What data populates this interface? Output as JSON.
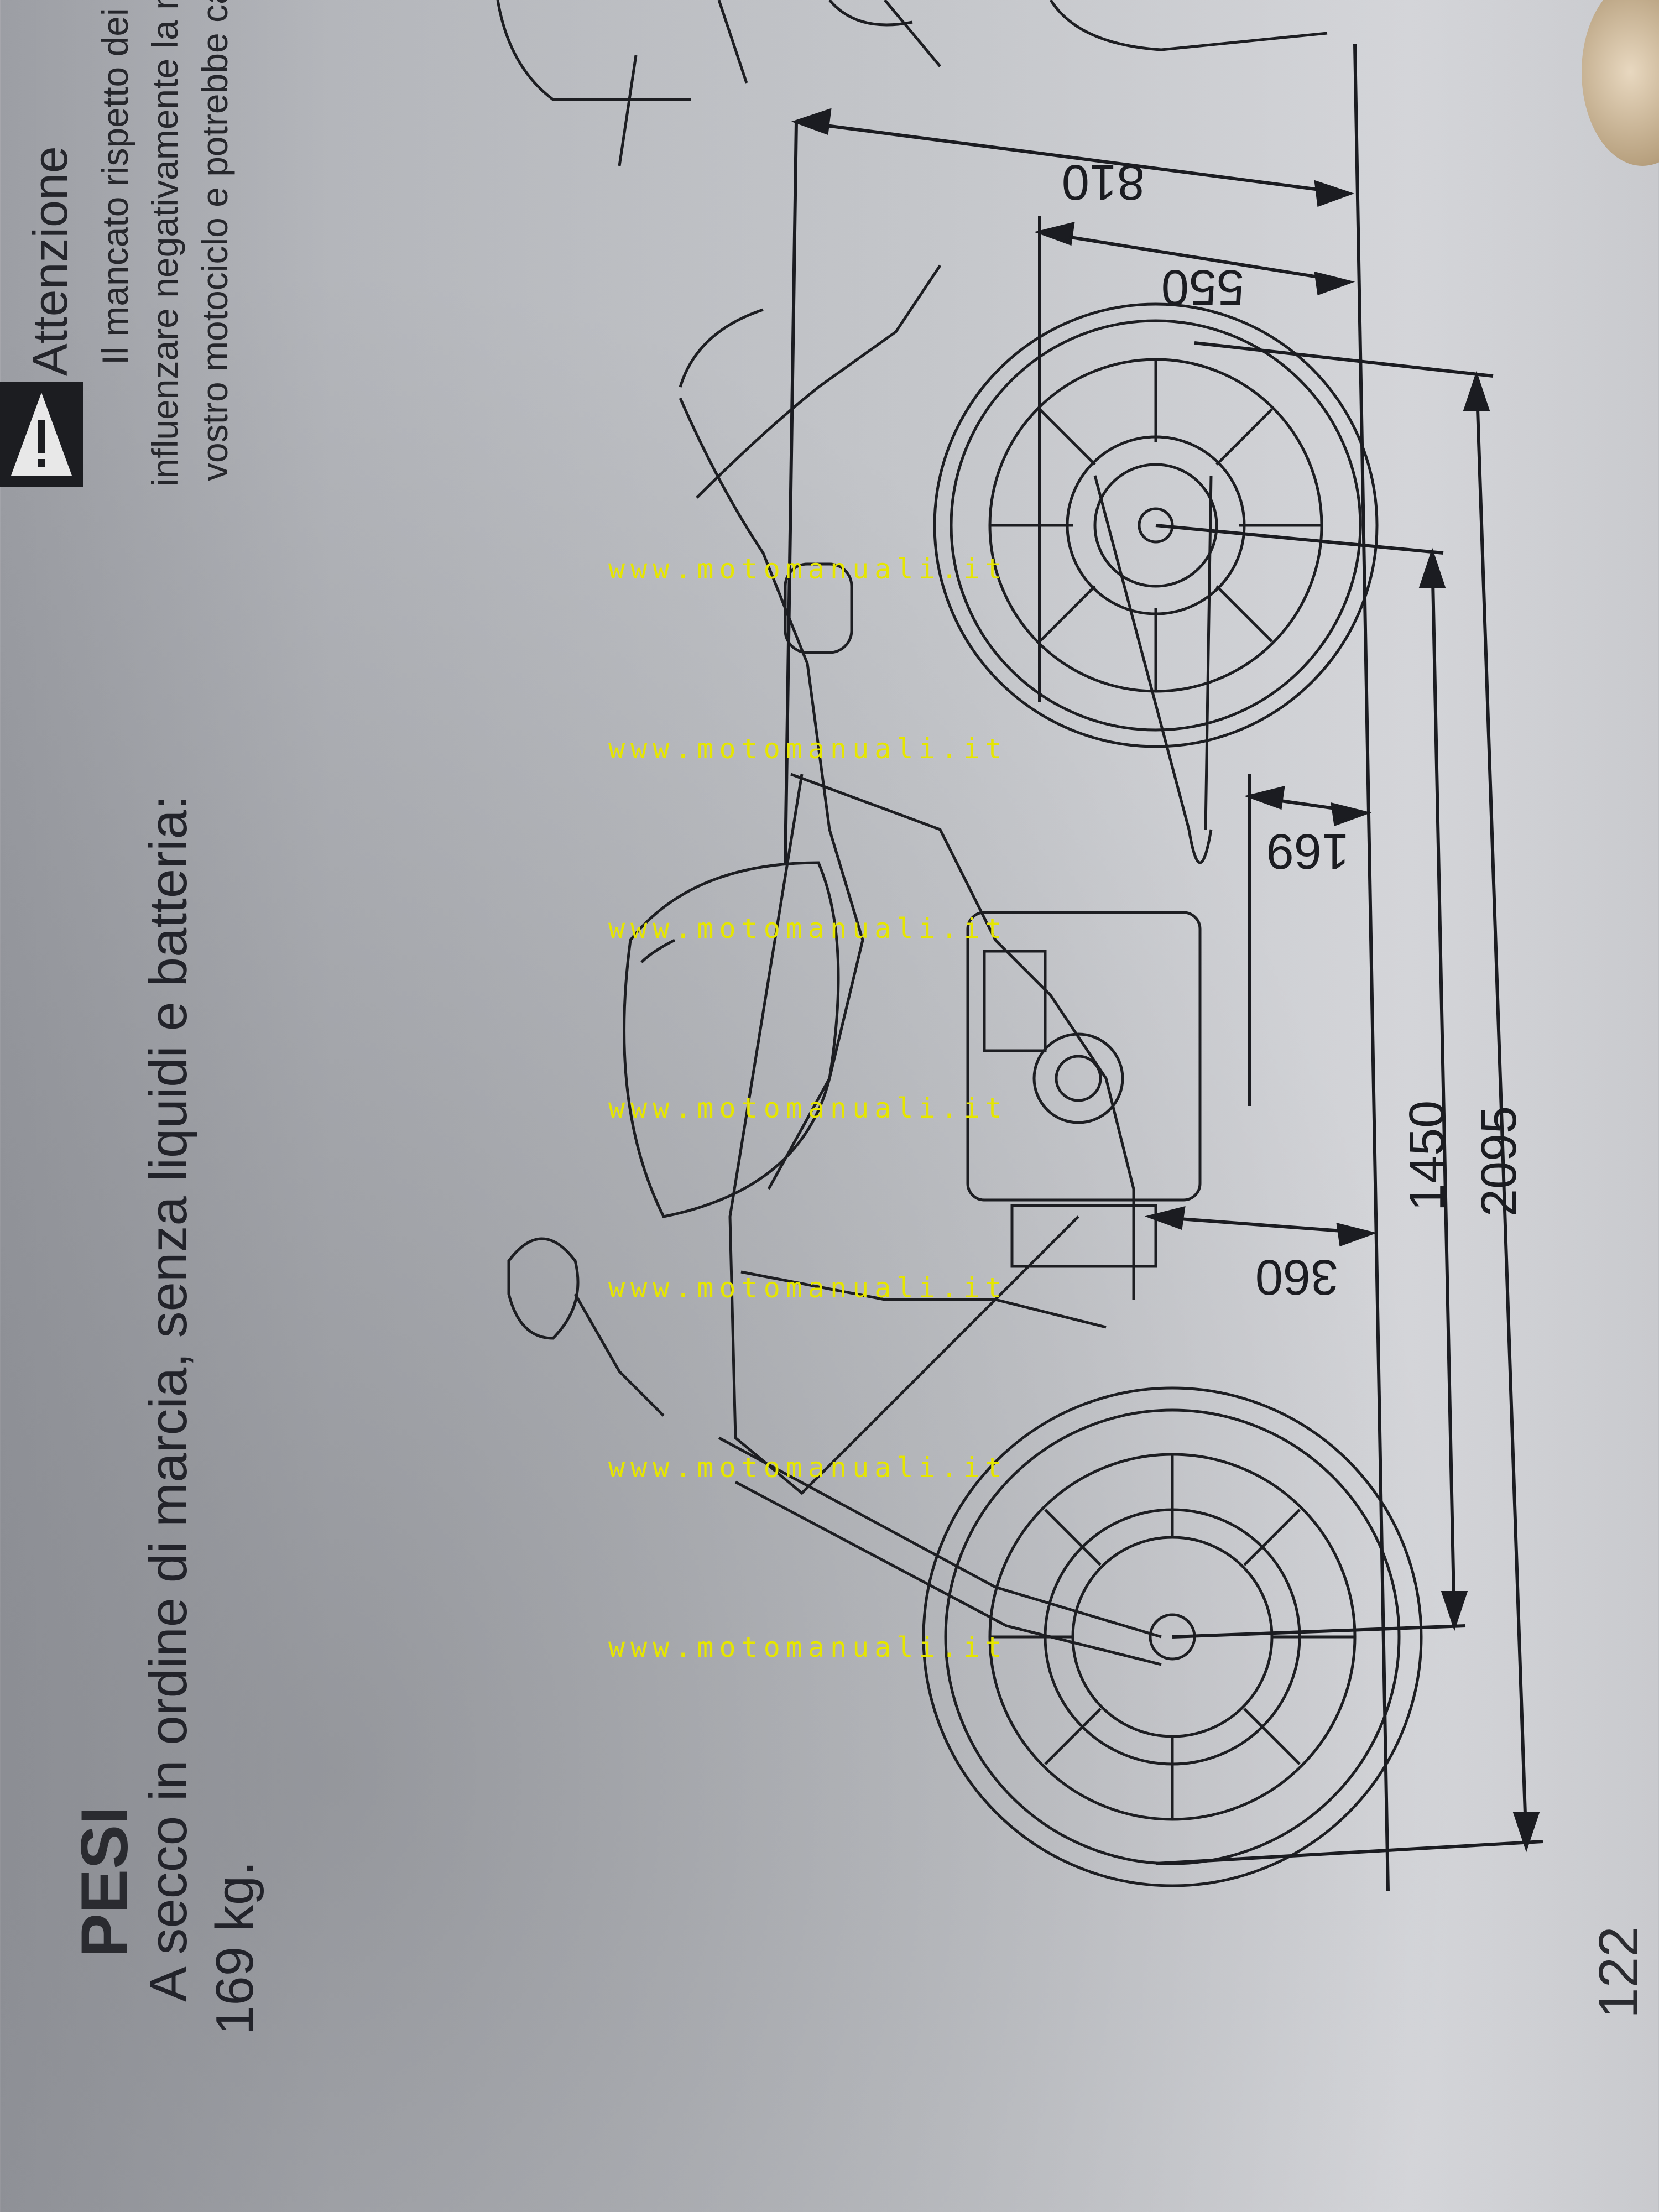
{
  "section": {
    "title": "PESI",
    "weight_line_1": "A secco in ordine di marcia, senza liquidi e batteria:",
    "weight_line_2": "169 kg."
  },
  "warning": {
    "icon": "warning-triangle-icon",
    "title": "Attenzione",
    "lines": [
      "Il mancato rispetto dei limiti",
      "influenzare negativamente la ma",
      "vostro motociclo e potrebbe cau"
    ]
  },
  "dimensions": {
    "d810": "810",
    "d550": "550",
    "d169": "169",
    "d360": "360",
    "d1450": "1450",
    "d2095": "2095"
  },
  "page_number": "122",
  "watermark": {
    "text": "www.motomanuali.it",
    "color": "#e6e600"
  }
}
